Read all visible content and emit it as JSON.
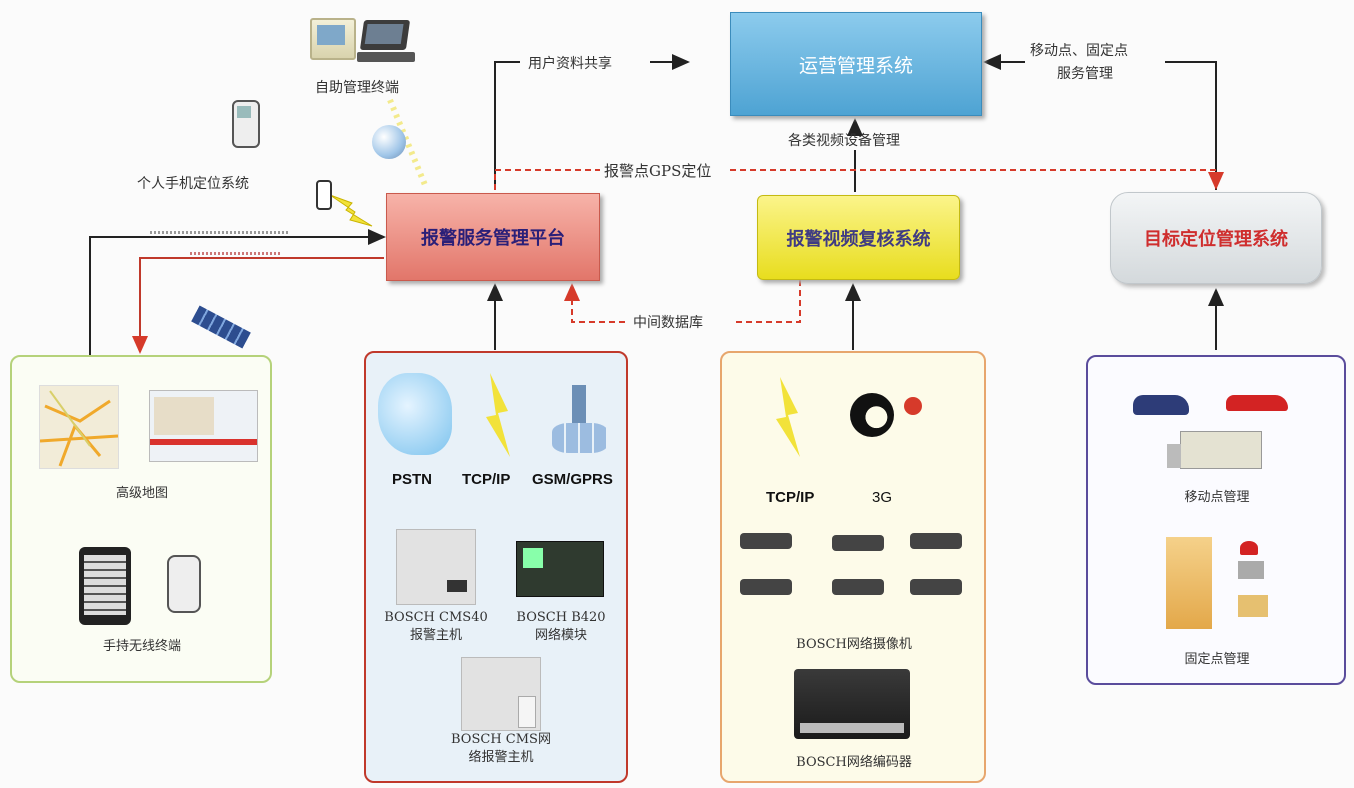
{
  "top": {
    "self_service_terminal": "自助管理终端",
    "personal_phone_locate": "个人手机定位系统",
    "user_data_share": "用户资料共享",
    "mobile_fixed_service_1": "移动点、固定点",
    "mobile_fixed_service_2": "服务管理",
    "video_device_mgmt": "各类视频设备管理",
    "gps_alarm": "报警点GPS定位",
    "middle_db": "中间数据库"
  },
  "nodes": {
    "ops": "运营管理系统",
    "alarm_platform": "报警服务管理平台",
    "video_review": "报警视频复核系统",
    "target_locate": "目标定位管理系统"
  },
  "colors": {
    "ops_bg": "#6db9e0",
    "alarm_bg": "#ee8c7f",
    "video_bg": "#f5ec3c",
    "target_bg": "#e3e7ea",
    "panel_green": "#b5d27a",
    "panel_red": "#c0392b",
    "panel_orange": "#e7a66d",
    "panel_purple": "#5a4c9c",
    "dashed_red": "#d63a2a"
  },
  "left_panel": {
    "map_label": "高级地图",
    "handheld_label": "手持无线终端"
  },
  "alarm_panel": {
    "pstn": "PSTN",
    "tcpip": "TCP/IP",
    "gsm": "GSM/GPRS",
    "cms40_1": "BOSCH CMS40",
    "cms40_2": "报警主机",
    "b420_1": "BOSCH B420",
    "b420_2": "网络模块",
    "cmsnet_1": "BOSCH CMS网",
    "cmsnet_2": "络报警主机"
  },
  "video_panel": {
    "tcpip": "TCP/IP",
    "g3": "3G",
    "camera": "BOSCH网络摄像机",
    "encoder": "BOSCH网络编码器"
  },
  "target_panel": {
    "mobile": "移动点管理",
    "fixed": "固定点管理"
  }
}
